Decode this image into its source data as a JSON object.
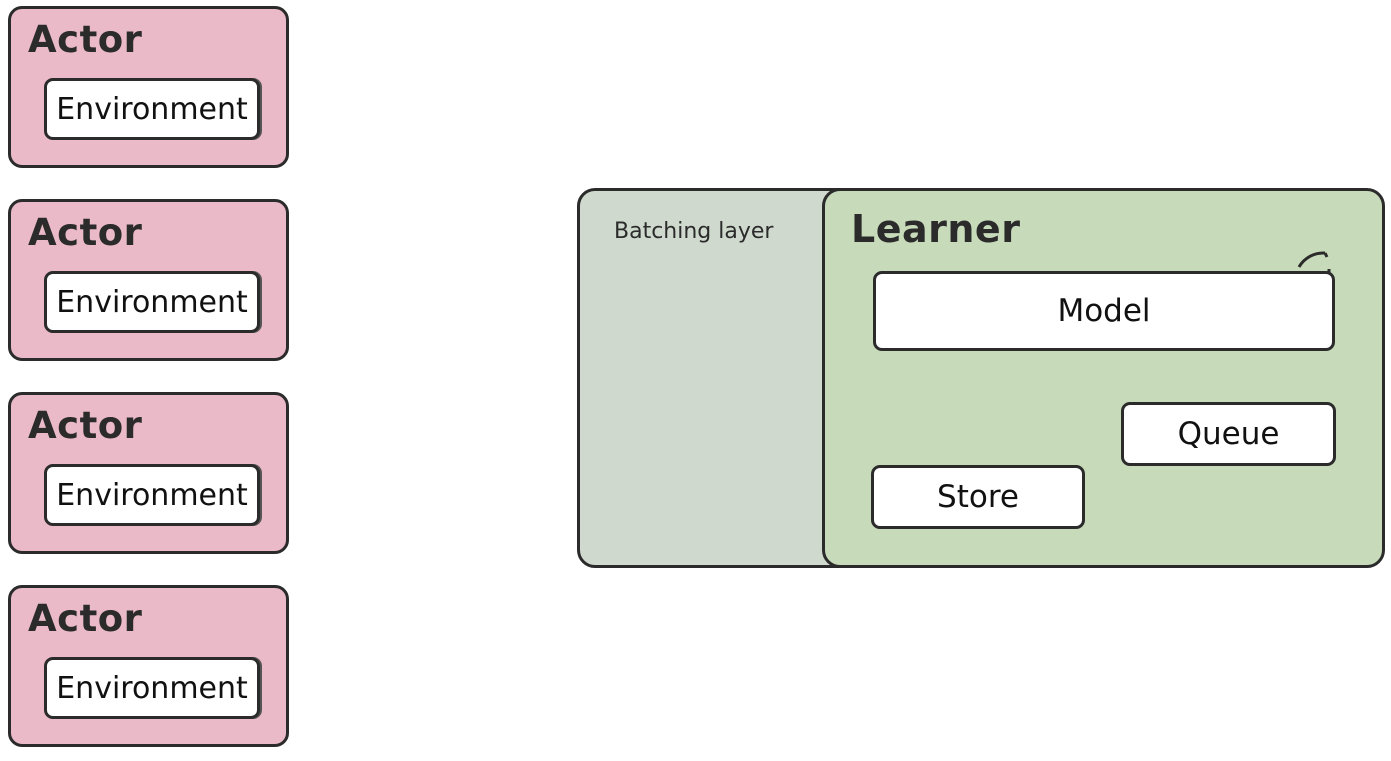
{
  "colors": {
    "actor_fill": "#eabac8",
    "batching_fill": "#cfd9cd",
    "learner_fill": "#c7dbba",
    "stroke": "#2b2b2b"
  },
  "actors": [
    {
      "title": "Actor",
      "environment": "Environment"
    },
    {
      "title": "Actor",
      "environment": "Environment"
    },
    {
      "title": "Actor",
      "environment": "Environment"
    },
    {
      "title": "Actor",
      "environment": "Environment"
    }
  ],
  "batching_layer": {
    "label": "Batching layer"
  },
  "learner": {
    "title": "Learner",
    "model": "Model",
    "queue": "Queue",
    "store": "Store"
  },
  "icons": {
    "model_loop": "loop-arrow-icon"
  }
}
